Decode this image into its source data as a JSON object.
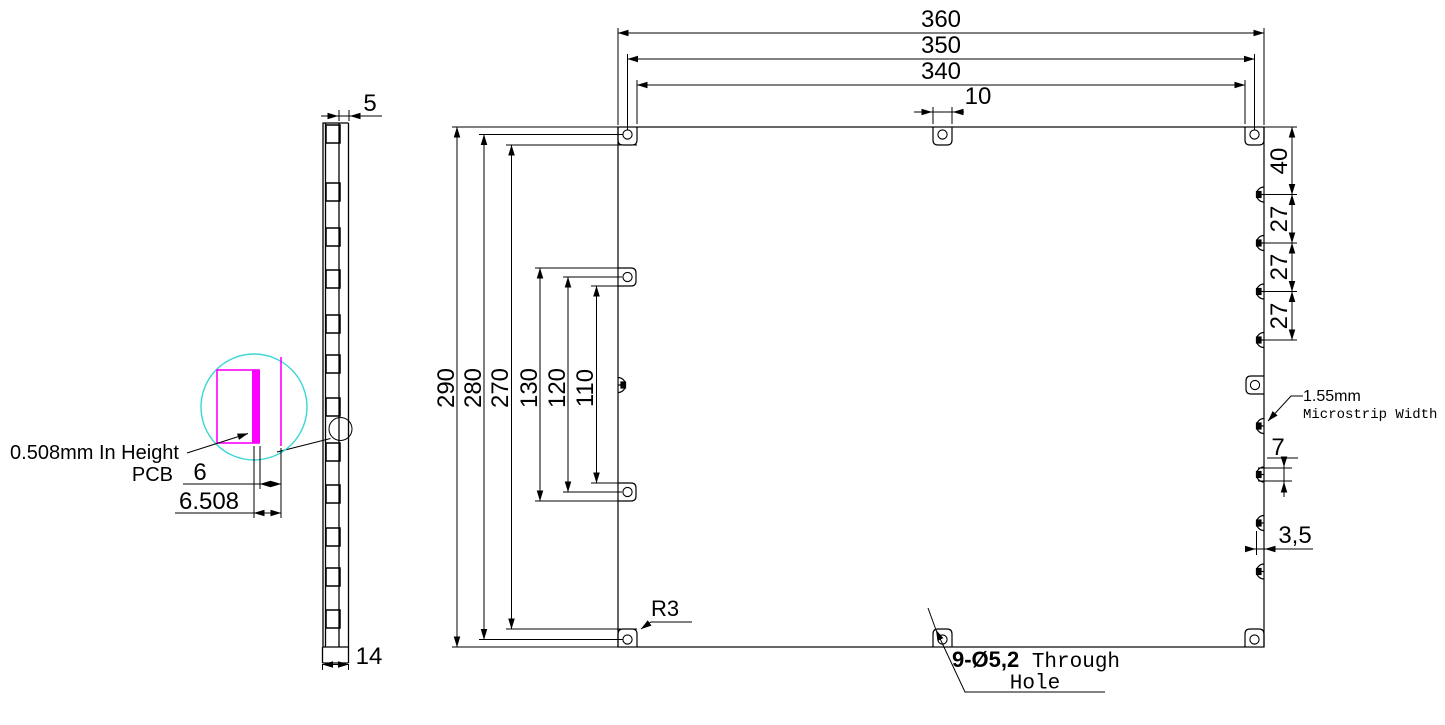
{
  "dims": {
    "top": {
      "overall": "360",
      "holes": "350",
      "inner": "340",
      "tab": "10"
    },
    "left": {
      "overall": "290",
      "holes": "280",
      "inner": "270",
      "mid_outer": "130",
      "mid_holes": "120",
      "mid_inner": "110"
    },
    "right": {
      "top_offset": "40",
      "pitch1": "27",
      "pitch2": "27",
      "pitch3": "27",
      "port_width": "7",
      "protrusion": "3,5"
    },
    "side": {
      "thickness": "5",
      "base": "14",
      "gap": "6",
      "gap_total": "6.508"
    }
  },
  "ann": {
    "pcb_height": {
      "line1": "0.508mm  In Height",
      "line2": "PCB"
    },
    "microstrip": {
      "line1": "1.55mm",
      "line2": "Microstrip Width"
    },
    "corner_radius": "R3",
    "through_hole": {
      "prefix": "9-Ø5,2",
      "word": " Through",
      "line2": "Hole"
    }
  },
  "colors": {
    "line": "#000000",
    "detail_circle": "#3ad6d6",
    "pcb_highlight": "#ff00ff"
  }
}
